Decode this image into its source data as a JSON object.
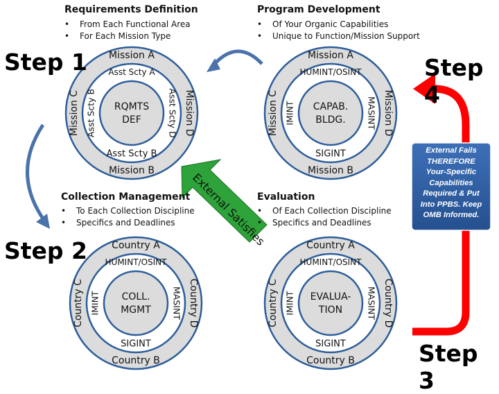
{
  "headings": {
    "requirements": "Requirements Definition",
    "program": "Program Development",
    "collection": "Collection Management",
    "evaluation": "Evaluation"
  },
  "bullets": {
    "requirements": [
      "From Each Functional Area",
      "For Each Mission Type"
    ],
    "program": [
      "Of Your Organic Capabilities",
      "Unique to Function/Mission Support"
    ],
    "collection": [
      "To Each Collection Discipline",
      "Specifics and Deadlines"
    ],
    "evaluation": [
      "Of Each Collection Discipline",
      "Specifics and Deadlines"
    ]
  },
  "steps": {
    "s1": "Step 1",
    "s2": "Step 2",
    "s3": "Step 3",
    "s4": "Step 4"
  },
  "circles": {
    "tl": {
      "top": "Mission A",
      "bottom": "Mission B",
      "left": "Mission C",
      "right": "Mission D",
      "inner_top": "Asst Scty A",
      "inner_bottom": "Asst Scty B",
      "inner_left": "Asst Scty B",
      "inner_right": "Asst Scty D",
      "center_line1": "RQMTS",
      "center_line2": "DEF"
    },
    "tr": {
      "top": "Mission A",
      "bottom": "Mission B",
      "left": "Mission C",
      "right": "Mission D",
      "inner_top": "HUMINT/OSINT",
      "inner_bottom": "SIGINT",
      "inner_left": "IMINT",
      "inner_right": "MASINT",
      "center_line1": "CAPAB.",
      "center_line2": "BLDG."
    },
    "bl": {
      "top": "Country A",
      "bottom": "Country B",
      "left": "Country C",
      "right": "Country D",
      "inner_top": "HUMINT/OSINT",
      "inner_bottom": "SIGINT",
      "inner_left": "IMINT",
      "inner_right": "MASINT",
      "center_line1": "COLL.",
      "center_line2": "MGMT"
    },
    "br": {
      "top": "Country A",
      "bottom": "Country B",
      "left": "Country C",
      "right": "Country D",
      "inner_top": "HUMINT/OSINT",
      "inner_bottom": "SIGINT",
      "inner_left": "IMINT",
      "inner_right": "MASINT",
      "center_line1": "EVALUA-",
      "center_line2": "TION"
    }
  },
  "arrow_text": "External Satisfies",
  "note_lines": [
    "External Fails",
    "THEREFORE",
    "Your-Specific",
    "Capabilities",
    "Required & Put",
    "Into PPBS.  Keep",
    "OMB Informed."
  ],
  "colors": {
    "ring_fill": "#dcdcdc",
    "ring_stroke": "#2c5d9a",
    "blue_arrow": "#4a72ab",
    "green_arrow": "#2da339",
    "red_arrow": "#ff0000",
    "note_box": "#2e5b9e"
  }
}
